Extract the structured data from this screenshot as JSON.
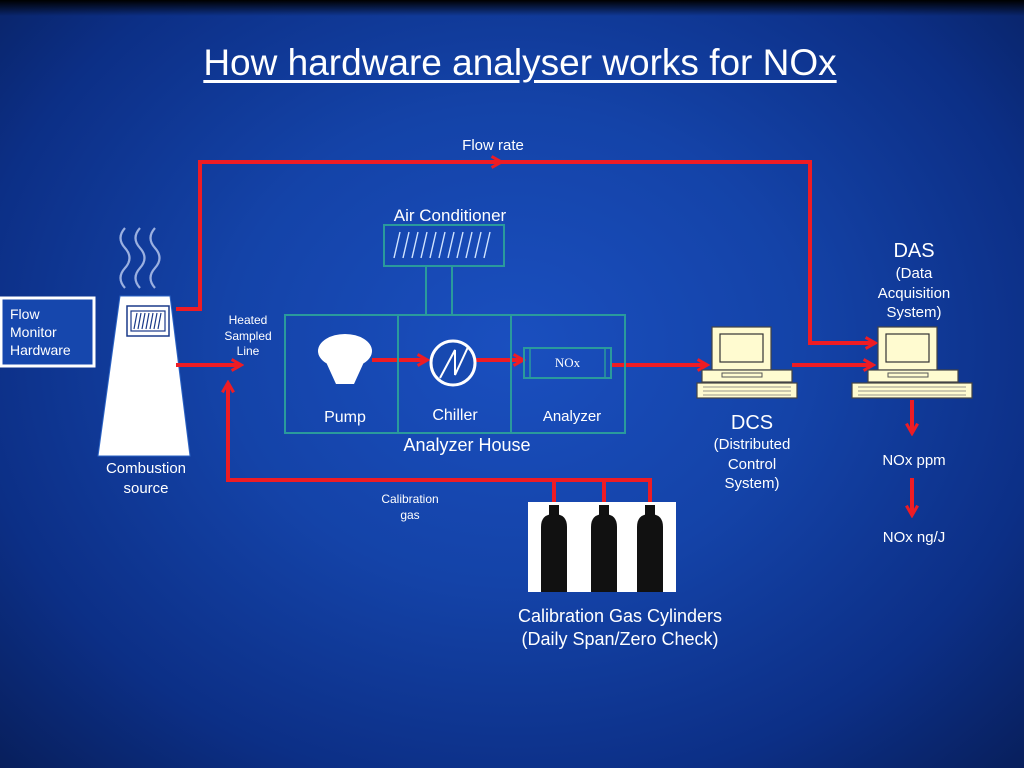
{
  "title": "How hardware analyser works for NOx",
  "labels": {
    "flow_rate": "Flow rate",
    "air_conditioner": "Air Conditioner",
    "das_title": "DAS",
    "das_sub": "(Data\nAcquisition\nSystem)",
    "flow_monitor": "Flow\nMonitor\nHardware",
    "heated_line": "Heated\nSampled\nLine",
    "pump": "Pump",
    "chiller": "Chiller",
    "analyzer": "Analyzer",
    "analyzer_house": "Analyzer House",
    "nox_box": "NOx",
    "dcs_title": "DCS",
    "dcs_sub": "(Distributed\nControl\nSystem)",
    "combustion_source": "Combustion\nsource",
    "calibration_gas": "Calibration\ngas",
    "nox_ppm": "NOx ppm",
    "nox_ngj": "NOx ng/J",
    "cylinders": "Calibration Gas Cylinders\n(Daily Span/Zero Check)"
  },
  "colors": {
    "line_red": "#ee1c24",
    "box_teal": "#2a9a9c",
    "monitor_cream": "#fffbd0",
    "cylinder": "#111111"
  },
  "icons": [
    "smoke-icon",
    "pump-icon",
    "chiller-gauge-icon",
    "computer-icon",
    "gas-cylinder-icon"
  ]
}
